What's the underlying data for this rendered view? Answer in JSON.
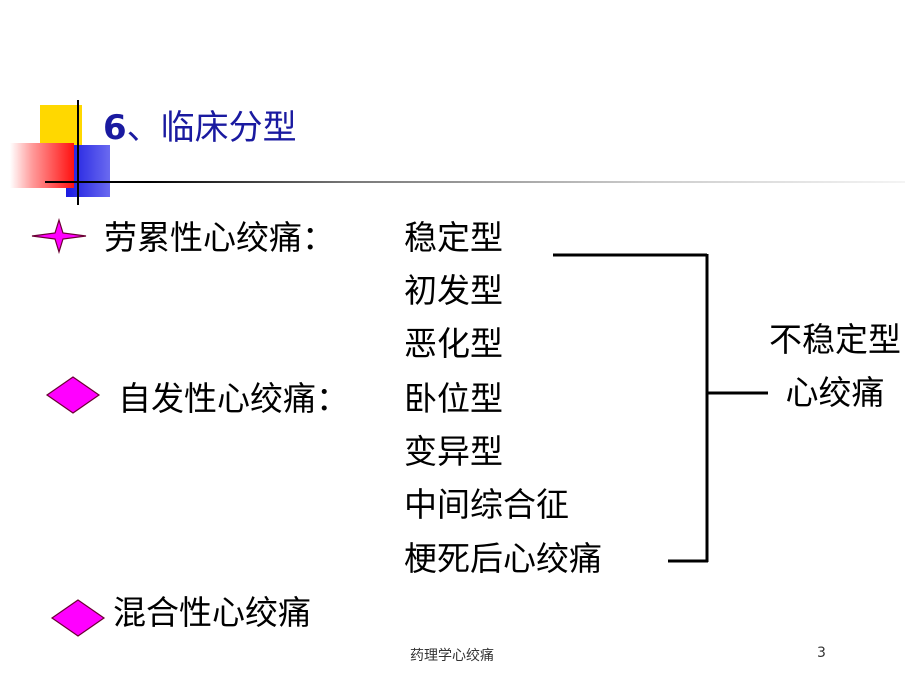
{
  "title": {
    "number": "6",
    "text": "、临床分型"
  },
  "categories": [
    {
      "label": "劳累性心绞痛："
    },
    {
      "label": "自发性心绞痛："
    },
    {
      "label": "混合性心绞痛"
    }
  ],
  "subtypes": [
    "稳定型",
    "初发型",
    "恶化型",
    "卧位型",
    "变异型",
    "中间综合征",
    "梗死后心绞痛"
  ],
  "group_label": "不稳定型心绞痛",
  "footer": {
    "text": "药理学心绞痛",
    "page": "3"
  },
  "colors": {
    "title": "#1a1aa0",
    "bullet_fill": "#ff00ff",
    "accent_yellow": "#ffd800",
    "accent_blue": "#1a1ae0",
    "accent_red": "#ff1010"
  },
  "icons": {
    "bullet_1": "four-point-star-icon",
    "bullet_2": "diamond-icon",
    "bullet_3": "diamond-icon"
  }
}
